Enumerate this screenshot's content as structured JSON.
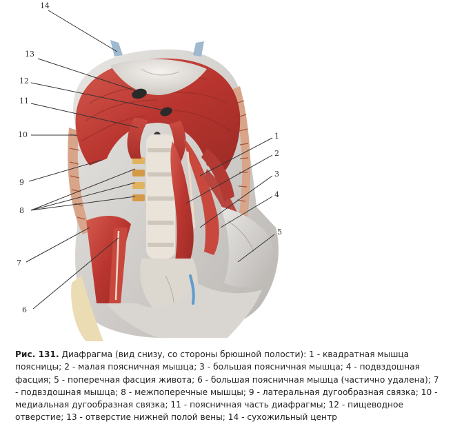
{
  "figure": {
    "labels": [
      "1",
      "2",
      "3",
      "4",
      "5",
      "6",
      "7",
      "8",
      "9",
      "10",
      "11",
      "12",
      "13",
      "14"
    ]
  },
  "caption": {
    "number": "Рис. 131.",
    "text": "Диафрагма (вид снизу, со стороны брюшной полости): 1 - квадратная мышца поясницы; 2 - малая поясничная мышца; 3 - большая поясничная мышца; 4 - подвздошная фасция; 5 - поперечная фасция живота; 6 - большая поясничная мышца (частично удалена); 7 - подвздошная мышца; 8 - межпоперечные мышцы; 9 - латеральная дугообразная связка; 10 - медиальная дугообразная связка; 11 - поясничная часть диафрагмы; 12 - пищеводное отверстие; 13 - отверстие нижней полой вены; 14 - сухожильный центр"
  },
  "colors": {
    "muscle": "#c0413a",
    "muscle_dark": "#8e2a25",
    "tendon": "#e4e1dc",
    "bone": "#ede1c4",
    "vessel": "#6fa8d6"
  }
}
